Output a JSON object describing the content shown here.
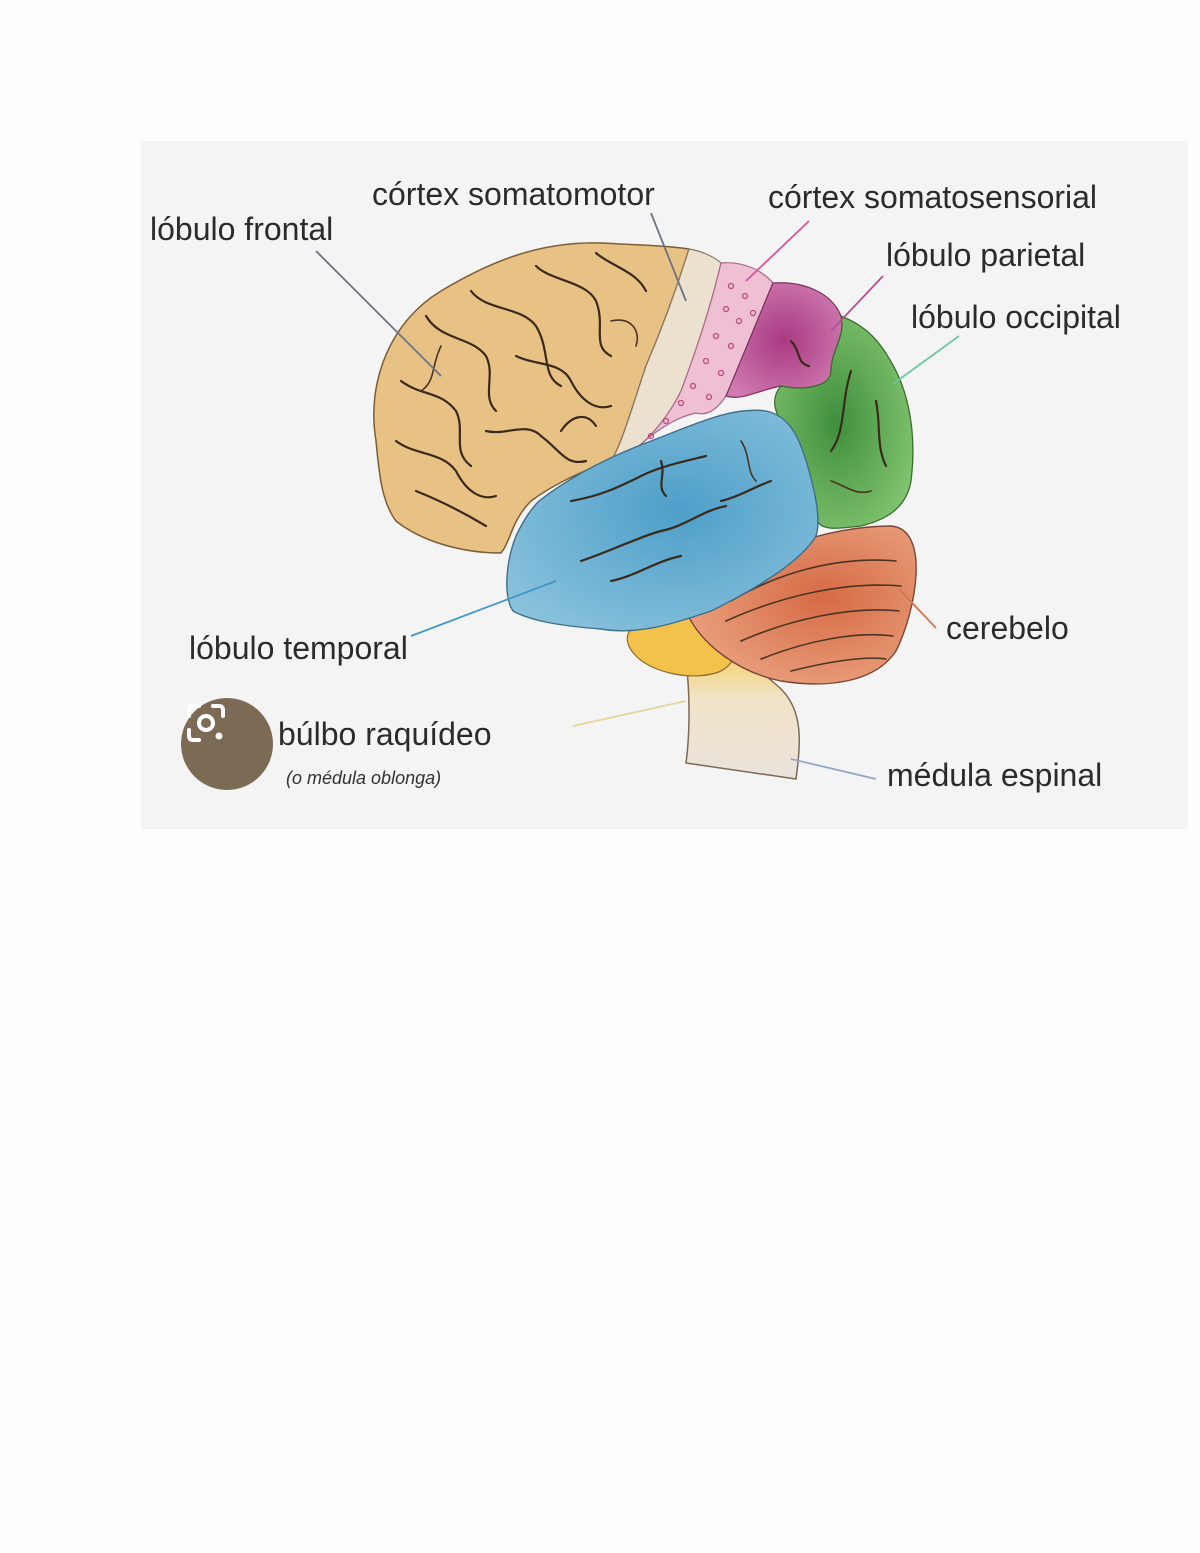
{
  "labels": {
    "frontal": "lóbulo frontal",
    "motor": "córtex somatomotor",
    "sensory": "córtex somatosensorial",
    "parietal": "lóbulo parietal",
    "occipital": "lóbulo occipital",
    "temporal": "lóbulo temporal",
    "cerebellum": "cerebelo",
    "medulla": "búlbo raquídeo",
    "medulla_sub": "(o médula oblonga)",
    "spinal": "médula espinal"
  },
  "colors": {
    "frontal": "#e8c184",
    "motor": "#ece0cf",
    "sensory": "#efbfd3",
    "parietal": "#b64f92",
    "occipital": "#5aa84a",
    "temporal": "#6fb3d4",
    "cerebellum": "#e0855f",
    "pons": "#f2c24a",
    "spinal": "#ebe2d8",
    "lens_badge": "#7d6a55"
  },
  "icons": {
    "lens": "google-lens-icon"
  }
}
